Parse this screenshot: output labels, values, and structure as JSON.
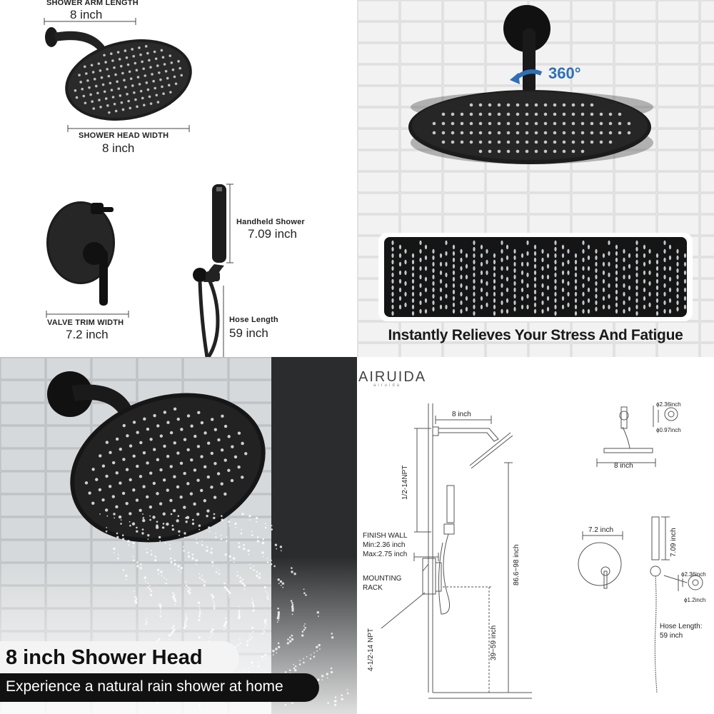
{
  "panel1": {
    "arm_label": "SHOWER ARM LENGTH",
    "arm_value": "8 inch",
    "head_label": "SHOWER HEAD WIDTH",
    "head_value": "8 inch",
    "valve_label": "VALVE TRIM WIDTH",
    "valve_value": "7.2 inch",
    "handheld_label": "Handheld Shower",
    "handheld_value": "7.09 inch",
    "hose_label": "Hose Length",
    "hose_value": "59 inch"
  },
  "panel2": {
    "rotation": "360°",
    "caption": "Instantly Relieves Your Stress And Fatigue"
  },
  "panel3": {
    "headline": "8 inch Shower Head",
    "subline": "Experience a natural rain shower at home"
  },
  "panel4": {
    "brand": "AIRUIDA",
    "brand_sub": "airuida",
    "arm": "8 inch",
    "npt_top": "1/2-14NPT",
    "finish_wall": "FINISH WALL",
    "finish_min": "Min:2.36 inch",
    "finish_max": "Max:2.75 inch",
    "mounting": "MOUNTING",
    "rack": "RACK",
    "npt_bottom": "4-1/2-14 NPT",
    "height_total": "86.6~98 inch",
    "height_valve": "39~59 inch",
    "flange_outer_top": "ϕ2.36inch",
    "flange_inner_top": "ϕ0.97inch",
    "head_width": "8 inch",
    "valve_width": "7.2 inch",
    "handheld_len": "7.09 inch",
    "holder_outer": "ϕ2.36inch",
    "holder_inner": "ϕ1.2inch",
    "hose_label": "Hose Length:",
    "hose_value": "59 inch"
  }
}
